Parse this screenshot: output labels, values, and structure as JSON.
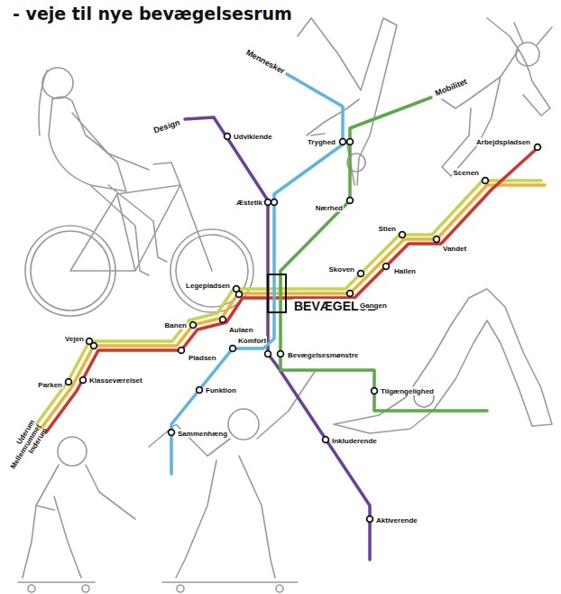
{
  "diagram": {
    "title": "- veje til nye bevægelsesrum",
    "nodes": [
      {
        "text": [
          "BEVÆGELSE"
        ]
      }
    ],
    "labels": [
      "Design",
      "Mennesker",
      "Mobilitet",
      "Udviklende",
      "Tryghed",
      "Æstetik",
      "Nærhed",
      "Arbejdspladsen",
      "Scenen",
      "Stien",
      "Vandet",
      "Skoven",
      "Hallen",
      "Legepladsen",
      "Gangen",
      "Banen",
      "Aulaen",
      "Vejen",
      "Pladsen",
      "Komfort",
      "Bevægelsesmønstre",
      "Parken",
      "Klasseværelset",
      "Funktion",
      "Tilgængelighed",
      "Sammenhæng",
      "Inkluderende",
      "Aktiverende",
      "Uderum",
      "Mellemrummet",
      "Inderum"
    ]
  }
}
